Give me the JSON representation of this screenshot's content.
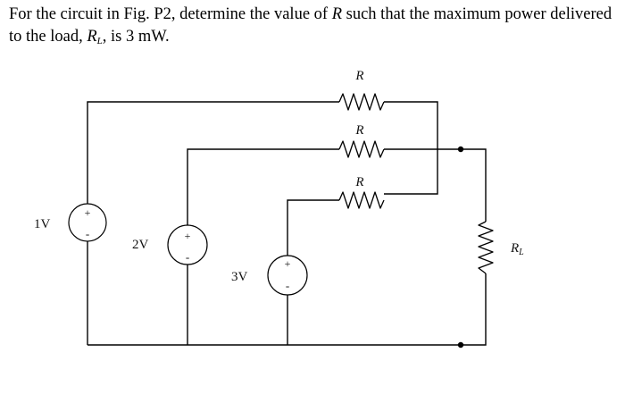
{
  "problem": {
    "text_before_r": "For the circuit in Fig. P2, determine the value of",
    "r_symbol": "R",
    "text_after_r": "such that the maximum power delivered to the load,",
    "rl_main": "R",
    "rl_sub": "L",
    "text_end": ", is 3 mW."
  },
  "circuit": {
    "resistor_top_label": "R",
    "resistor_mid_label": "R",
    "resistor_bot_label": "R",
    "source_1_label": "1V",
    "source_2_label": "2V",
    "source_3_label": "3V",
    "load_label_main": "R",
    "load_label_sub": "L",
    "plus_sign": "+",
    "minus_sign": "-"
  }
}
